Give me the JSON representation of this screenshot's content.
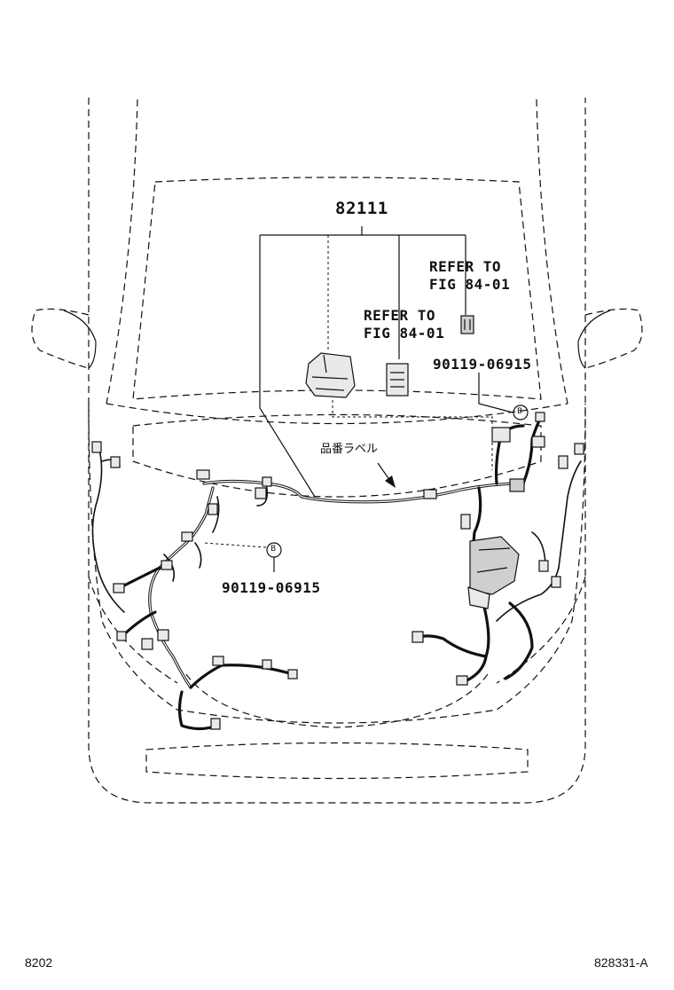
{
  "diagram": {
    "main_part": "82111",
    "refer_1": {
      "line1": "REFER TO",
      "line2": "FIG 84-01"
    },
    "refer_2": {
      "line1": "REFER TO",
      "line2": "FIG 84-01"
    },
    "bolt_top": "90119-06915",
    "bolt_left": "90119-06915",
    "marker": "B",
    "jp_label": "品番ラベル",
    "page_code": "8202",
    "figure_code": "828331-A"
  }
}
